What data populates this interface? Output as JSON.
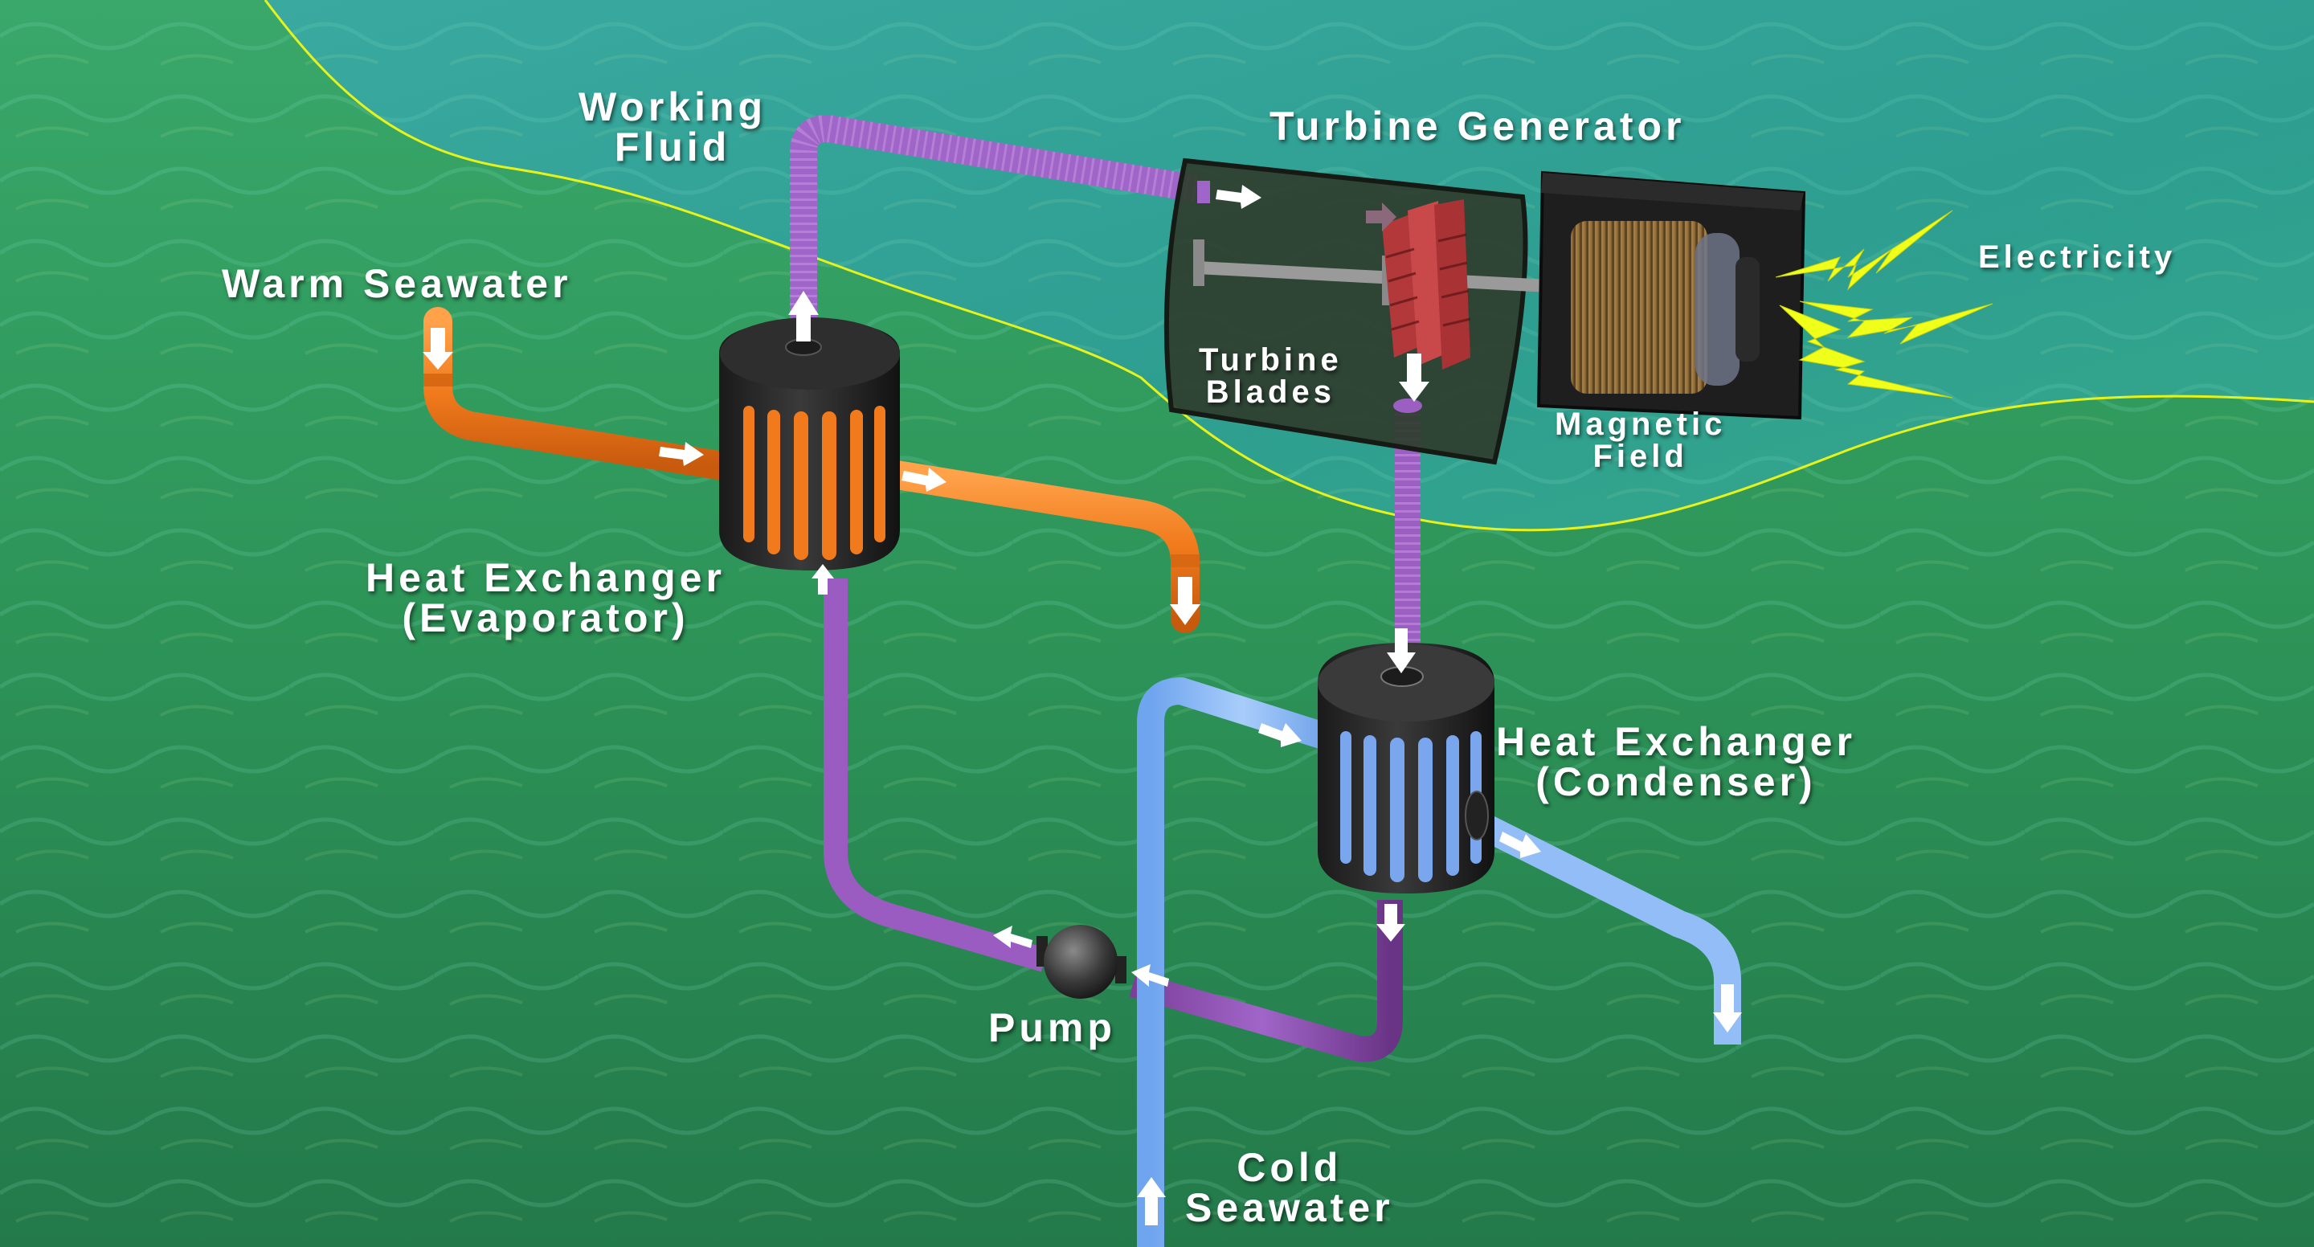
{
  "diagram": {
    "subject": "Ocean Thermal Energy Conversion (closed cycle)",
    "colors": {
      "surface_water": "#2e9e93",
      "deep_water": "#2a8a52",
      "boundary_line": "#e6f21c",
      "warm_seawater_pipe": "#f07a1c",
      "cold_seawater_pipe": "#86b6f4",
      "working_fluid_pipe": "#8a4aa8",
      "working_fluid_vapor": "#a065c8",
      "heat_exchanger_body": "#2b2b2b",
      "turbine_housing": "#2f3d2e",
      "turbine_blades": "#b2383a",
      "generator_coil": "#8a6532",
      "electricity_bolt": "#f0ff1a",
      "arrow": "#ffffff",
      "label_text": "#ffffff"
    }
  },
  "labels": {
    "working_fluid": [
      "Working",
      "Fluid"
    ],
    "turbine_generator": "Turbine Generator",
    "electricity": "Electricity",
    "warm_seawater": "Warm Seawater",
    "turbine_blades": [
      "Turbine",
      "Blades"
    ],
    "magnetic_field": [
      "Magnetic",
      "Field"
    ],
    "evaporator": [
      "Heat Exchanger",
      "(Evaporator)"
    ],
    "condenser": [
      "Heat Exchanger",
      "(Condenser)"
    ],
    "pump": "Pump",
    "cold_seawater": [
      "Cold",
      "Seawater"
    ]
  },
  "components": [
    {
      "id": "evaporator",
      "type": "heat-exchanger",
      "tube_color": "orange"
    },
    {
      "id": "condenser",
      "type": "heat-exchanger",
      "tube_color": "blue"
    },
    {
      "id": "turbine",
      "type": "turbine",
      "blades": 3
    },
    {
      "id": "generator",
      "type": "generator"
    },
    {
      "id": "pump",
      "type": "pump"
    }
  ],
  "flows": [
    {
      "from": "warm-seawater-inlet",
      "to": "evaporator",
      "fluid": "warm seawater",
      "direction": "down-then-right"
    },
    {
      "from": "evaporator",
      "to": "warm-seawater-outlet",
      "fluid": "warm seawater",
      "direction": "right-then-down"
    },
    {
      "from": "evaporator",
      "to": "turbine",
      "fluid": "working fluid vapor",
      "direction": "up-then-right"
    },
    {
      "from": "turbine",
      "to": "condenser",
      "fluid": "working fluid vapor",
      "direction": "down"
    },
    {
      "from": "cold-seawater-intake",
      "to": "condenser",
      "fluid": "cold seawater",
      "direction": "up-then-right"
    },
    {
      "from": "condenser",
      "to": "cold-seawater-outlet",
      "fluid": "cold seawater",
      "direction": "right-then-down"
    },
    {
      "from": "condenser",
      "to": "pump",
      "fluid": "working fluid liquid",
      "direction": "down-then-left"
    },
    {
      "from": "pump",
      "to": "evaporator",
      "fluid": "working fluid liquid",
      "direction": "left-then-up"
    },
    {
      "from": "generator",
      "to": "grid",
      "fluid": "electricity",
      "direction": "right"
    }
  ]
}
